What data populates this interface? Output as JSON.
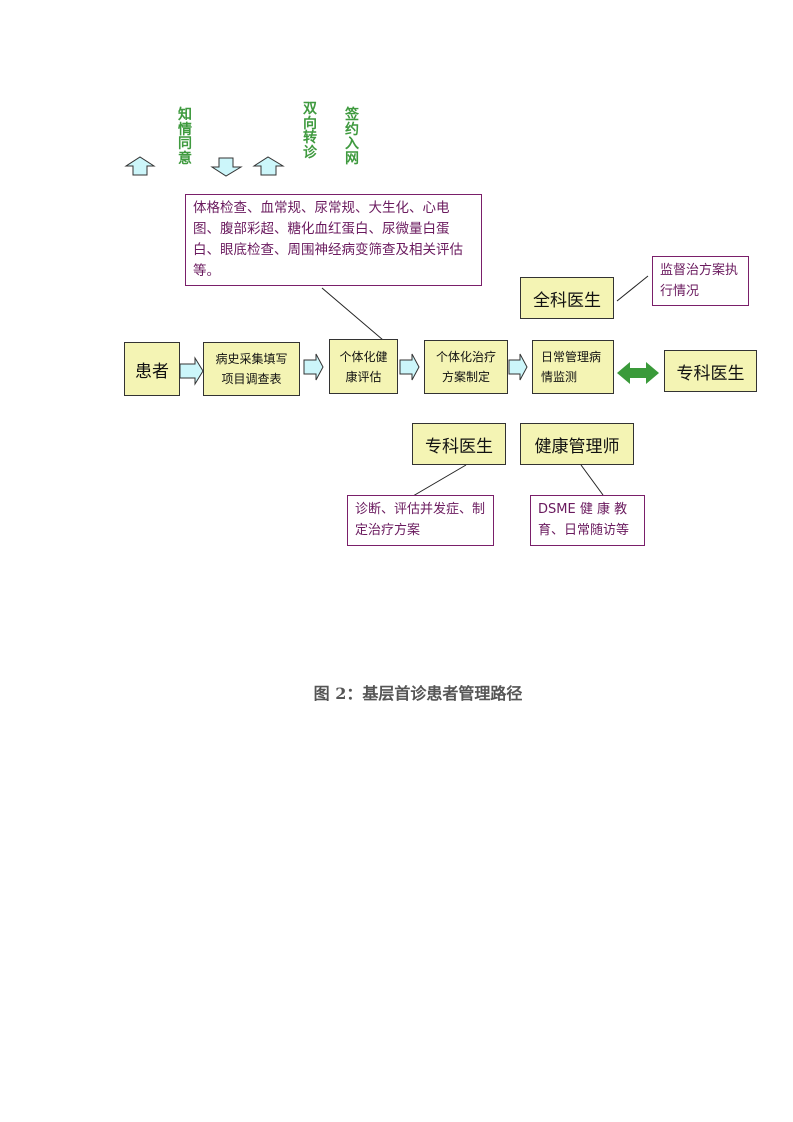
{
  "labels": {
    "informed_consent": "知情同意",
    "two_way_referral": "双向转诊",
    "sign_up": "签约入网"
  },
  "exam_box": "体格检查、血常规、尿常规、大生化、心电图、腹部彩超、糖化血红蛋白、尿微量白蛋白、眼底检查、周围神经病变筛查及相关评估等。",
  "flow": {
    "patient": "患者",
    "history": "病史采集填写项目调查表",
    "assessment": "个体化健康评估",
    "plan": "个体化治疗方案制定",
    "daily": "日常管理病情监测",
    "specialist_right": "专科医生"
  },
  "gp": "全科医生",
  "gp_note": "监督治方案执行情况",
  "specialist": "专科医生",
  "health_manager": "健康管理师",
  "specialist_note": "诊断、评估并发症、制定治疗方案",
  "manager_note": "DSME 健 康 教育、日常随访等",
  "caption": "图 2：基层首诊患者管理路径",
  "colors": {
    "box_fill": "#f4f4b4",
    "note_border": "#7a1f6a",
    "label_green": "#3f9a3f",
    "double_arrow": "#3a9a3a"
  }
}
